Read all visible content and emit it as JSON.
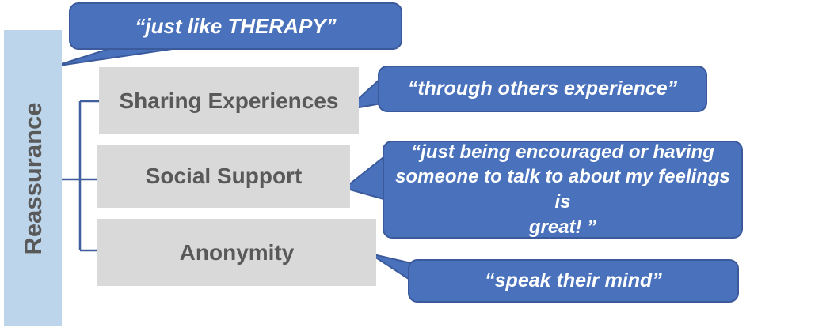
{
  "diagram": {
    "root": {
      "label": "Reassurance"
    },
    "nodes": [
      {
        "label": "Sharing Experiences"
      },
      {
        "label": "Social Support"
      },
      {
        "label": "Anonymity"
      }
    ],
    "quotes": [
      {
        "text": "“just like THERAPY”",
        "points_to": "Reassurance"
      },
      {
        "text": "“through others experience”",
        "points_to": "Sharing Experiences"
      },
      {
        "text": "“just being encouraged or having\nsomeone to talk to about my feelings is\ngreat! ”",
        "points_to": "Social Support"
      },
      {
        "text": "“speak their mind”",
        "points_to": "Anonymity"
      }
    ],
    "colors": {
      "light_bar": "#BDD5EB",
      "box_fill": "#D9D9D9",
      "label_text": "#595959",
      "bubble_fill": "#4A72BC",
      "bubble_border": "#3A5A9C",
      "bubble_text": "#FFFFFF",
      "connector": "#3F5F9E"
    }
  }
}
